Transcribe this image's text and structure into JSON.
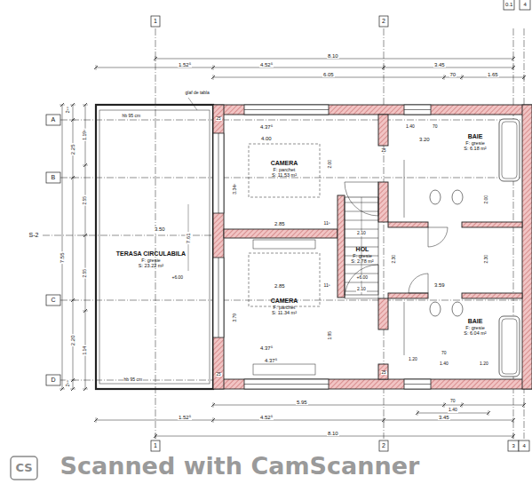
{
  "diagram": {
    "nodes": [
      {
        "text": [
          "TERASA CIRCULABILA",
          "F:  gresie",
          "S:  23.22 m²"
        ]
      },
      {
        "text": [
          "CAMERA",
          "F:  parchet",
          "S:  11.53 m²"
        ]
      },
      {
        "text": [
          "BAIE",
          "F:  gresie",
          "S:  6.18 m²"
        ]
      },
      {
        "text": [
          "HOL",
          "F:  gresie",
          "S:  2.78 m²"
        ]
      },
      {
        "text": [
          "CAMERA",
          "F:  parchet",
          "S:  11.34 m²"
        ]
      },
      {
        "text": [
          "BAIE",
          "F:  gresie",
          "S:  6.04 m²"
        ]
      }
    ],
    "labels": [
      "0.1",
      "4",
      "1",
      "2",
      "8.10",
      "1.52⁵",
      "4.52⁵",
      "3.45",
      "6.05",
      "70",
      "1.65",
      "glaf de tabla",
      "hb 95 cm",
      "A",
      "B",
      "S-2",
      "C",
      "D",
      "2⁹⁵",
      "2.25",
      "7.55",
      "2.20",
      "2⁹⁵",
      "1.19⁵",
      "2.55",
      "2.55",
      "1.14",
      "4.37⁵",
      "4.00",
      "3.34⁵",
      "2.00",
      "3.50",
      "7.61",
      "2.85",
      "11⁵",
      "2.10",
      "+6.00",
      "2.85",
      "11⁵",
      "2.10",
      "+6.00",
      "3.79",
      "1.95",
      "4.37⁵",
      "4.37⁵",
      "1.40",
      "70",
      "3.20",
      "2.00",
      "2.30",
      "3.59",
      "2.30",
      "1.20",
      "70",
      "1.40",
      "1.20",
      "hb 95 cm",
      "5.95",
      "70",
      "1.40",
      "1.52⁵",
      "4.52⁵",
      "3.45",
      "8.10",
      "1",
      "2",
      "3",
      "4",
      "25",
      "25",
      "25",
      "25",
      "CS",
      "Scanned with CamScanner"
    ]
  }
}
